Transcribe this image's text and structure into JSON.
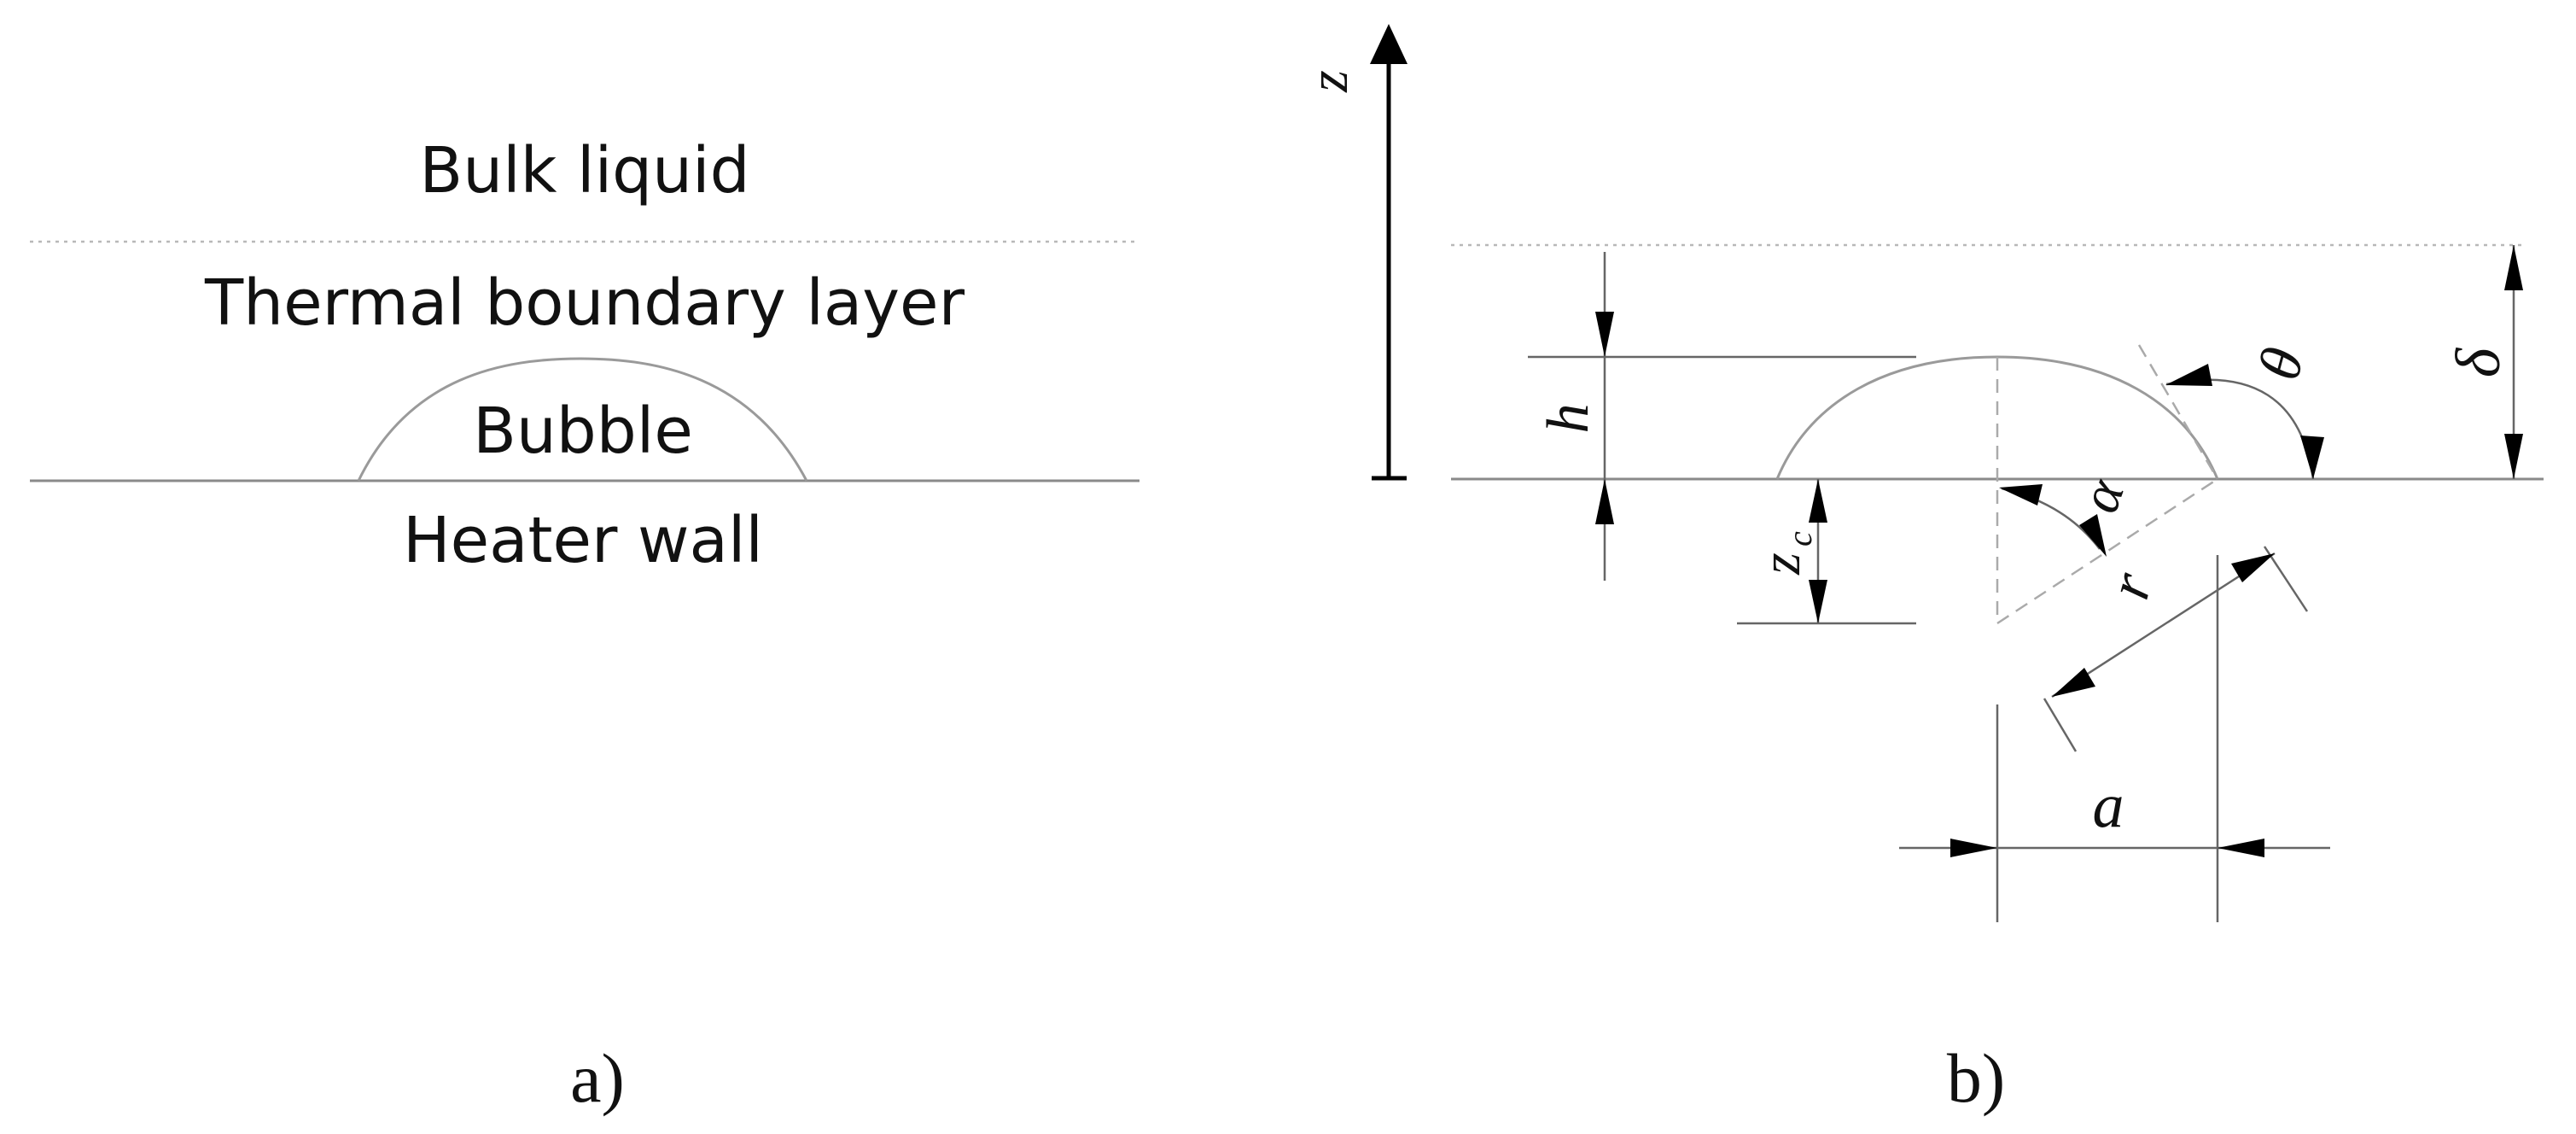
{
  "panel_a": {
    "bulk_liquid": "Bulk liquid",
    "boundary_layer": "Thermal boundary layer",
    "bubble": "Bubble",
    "heater_wall": "Heater wall",
    "caption": "a)"
  },
  "panel_b": {
    "z_axis": "z",
    "h": "h",
    "z_c": "z",
    "z_c_sub": "c",
    "theta": "θ",
    "delta": "δ",
    "alpha": "α",
    "r": "r",
    "a": "a",
    "caption": "b)"
  }
}
